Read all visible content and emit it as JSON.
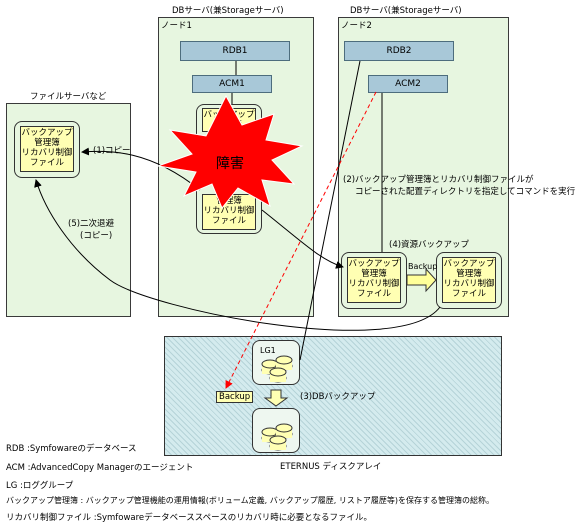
{
  "servers": {
    "db1": {
      "header": "DBサーバ(兼Storageサーバ)",
      "node": "ノード1",
      "rdb": "RDB1",
      "acm": "ACM1"
    },
    "db2": {
      "header": "DBサーバ(兼Storageサーバ)",
      "node": "ノード2",
      "rdb": "RDB2",
      "acm": "ACM2"
    },
    "file": {
      "header": "ファイルサーバなど"
    }
  },
  "files": {
    "fs_line1": "バックアップ",
    "fs_line2": "管理簿",
    "fs_line3": "リカバリ制御",
    "fs_line4": "ファイル",
    "top_line1": "バックアップ",
    "top_line2": "管理簿",
    "bot_line1": "管理簿",
    "bot_line2": "リカバリ制御",
    "bot_line3": "ファイル",
    "n2a_line1": "バックアップ",
    "n2a_line2": "管理簿",
    "n2a_line3": "リカバリ制御",
    "n2a_line4": "ファイル",
    "n2b_line1": "バックアップ",
    "n2b_line2": "管理簿",
    "n2b_line3": "リカバリ制御",
    "n2b_line4": "ファイル"
  },
  "failure_label": "障害",
  "steps": {
    "copy": "(1)コピー",
    "cmd_line1": "(2)バックアップ管理簿とリカバリ制御ファイルが",
    "cmd_line2": "コピーされた配置ディレクトリを指定してコマンドを実行",
    "db_backup": "(3)DBバックアップ",
    "restore_backup": "(4)資源バックアップ",
    "backup_small": "Backup",
    "evac_line1": "(5)二次退避",
    "evac_line2": "(コピー)"
  },
  "storage": {
    "lg": "LG1",
    "backup_label": "Backup",
    "name": "ETERNUS ディスクアレイ"
  },
  "legend": {
    "rdb": "RDB :Symfowareのデータベース",
    "acm": "ACM :AdvancedCopy Managerのエージェント",
    "lg": "LG :ロググループ",
    "kanribo": "バックアップ管理簿 : バックアップ管理機能の運用情報(ボリューム定義, バックアップ履歴, リストア履歴等)を保存する管理簿の総称。",
    "recovery": "リカバリ制御ファイル :Symfowareデータベーススペースのリカバリ時に必要となるファイル。"
  },
  "colors": {
    "panel": "#e7f6e0",
    "file_box": "#ffffb3",
    "blue_box": "#a8c8d8",
    "storage": "#d4ebee",
    "burst": "#ff0000",
    "dashed_arrow": "#ff0000"
  }
}
